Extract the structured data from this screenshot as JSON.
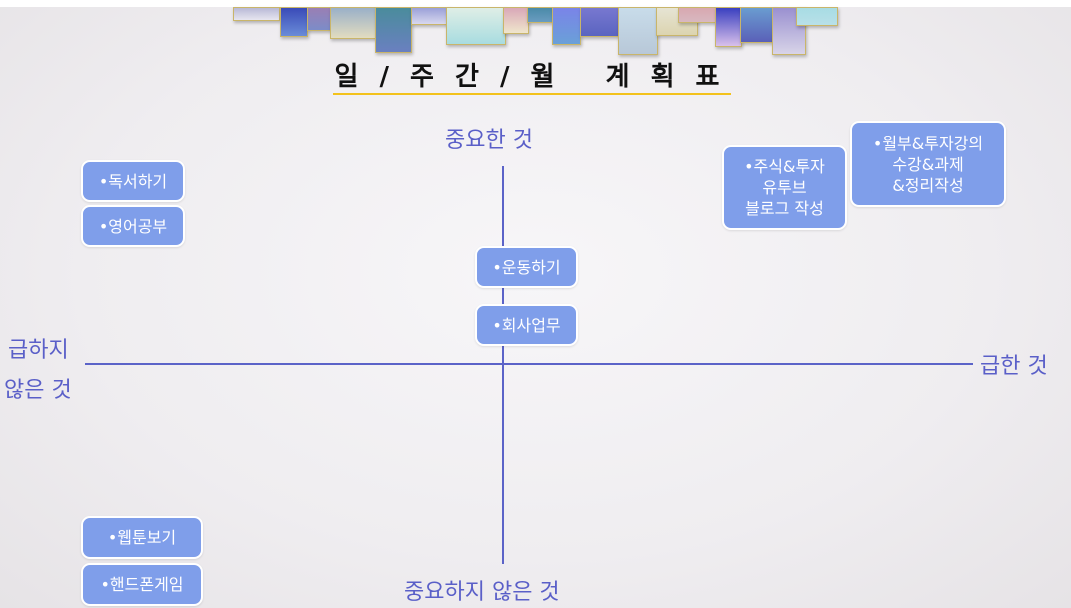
{
  "title": "일 / 주 간 / 월   계 획 표",
  "axes": {
    "top": "중요한 것",
    "bottom": "중요하지 않은 것",
    "left_line1": "급하지",
    "left_line2": "않은 것",
    "right": "급한 것"
  },
  "items": {
    "reading": "•독서하기",
    "english": "•영어공부",
    "exercise": "•운동하기",
    "work": "•회사업무",
    "stock": "•주식&투자\n유투브\n블로그 작성",
    "lecture": "•월부&투자강의\n수강&과제\n&정리작성",
    "webtoon": "•웹툰보기",
    "phonegame": "•핸드폰게임"
  },
  "colors": {
    "accent": "#5a5fc8",
    "box": "#7f9eea",
    "underline": "#f3c21c"
  }
}
